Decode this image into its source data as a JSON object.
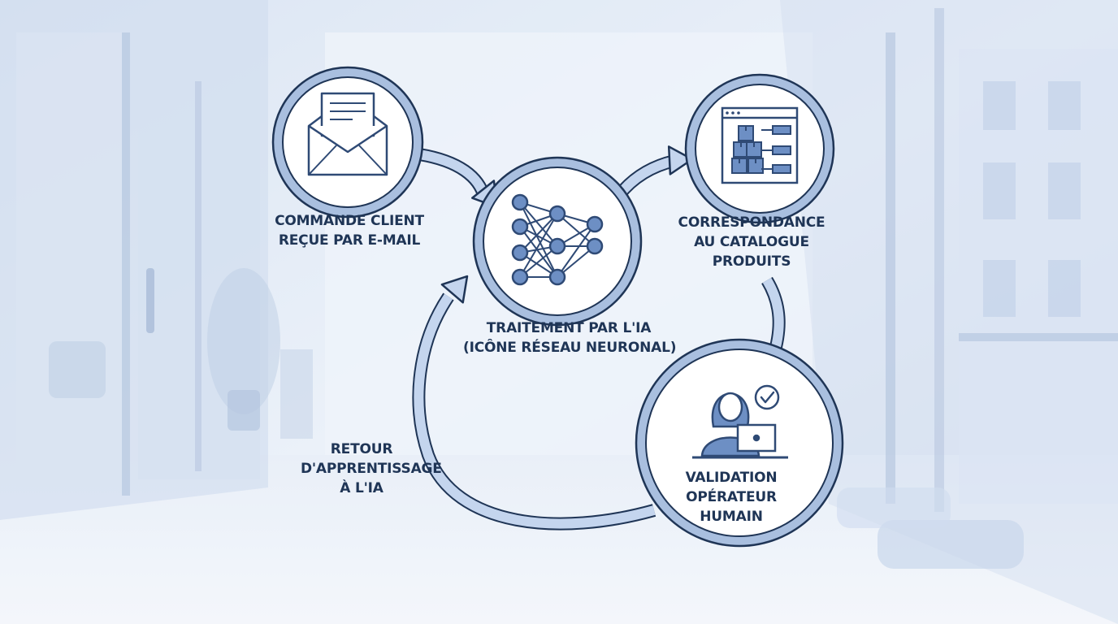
{
  "colors": {
    "background": "#e4ecf7",
    "node_fill": "#ffffff",
    "node_ring": "#a9bfdf",
    "node_border": "#1f3556",
    "arrow_fill": "#c4d5ee",
    "icon_stroke": "#2f4a75",
    "icon_accent": "#6d8fc4",
    "label_text": "#1f3556"
  },
  "nodes": [
    {
      "id": "email",
      "icon": "email-icon",
      "label_lines": [
        "COMMANDE CLIENT",
        "REÇUE PAR E-MAIL"
      ]
    },
    {
      "id": "ai",
      "icon": "neural-network-icon",
      "label_lines": [
        "TRAITEMENT PAR L'IA",
        "(ICÔNE RÉSEAU NEURONAL)"
      ]
    },
    {
      "id": "catalog",
      "icon": "catalog-icon",
      "label_lines": [
        "CORRESPONDANCE",
        "AU CATALOGUE",
        "PRODUITS"
      ]
    },
    {
      "id": "validation",
      "icon": "operator-icon",
      "label_lines": [
        "VALIDATION",
        "OPÉRATEUR",
        "HUMAIN"
      ]
    }
  ],
  "feedback": {
    "label_lines": [
      "RETOUR",
      "D'APPRENTISSAGE",
      "À L'IA"
    ]
  }
}
